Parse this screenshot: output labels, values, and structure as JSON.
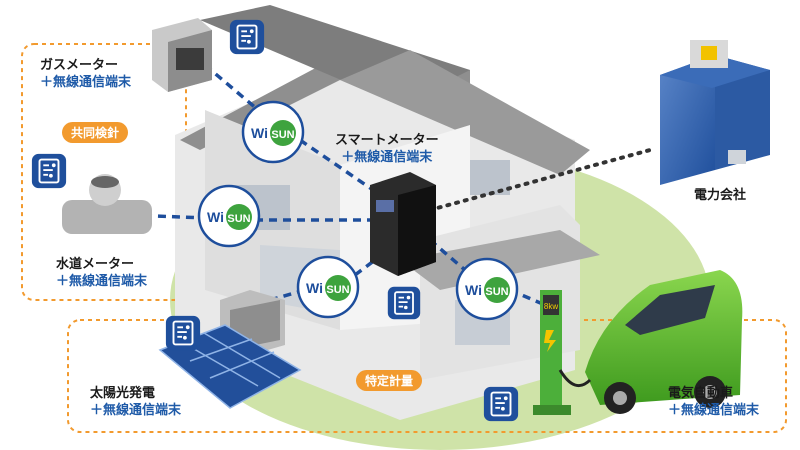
{
  "labels": {
    "gas_meter": {
      "name": "ガスメーター",
      "sub": "＋無線通信端末"
    },
    "water_meter": {
      "name": "水道メーター",
      "sub": "＋無線通信端末"
    },
    "smart_meter": {
      "name": "スマートメーター",
      "sub": "＋無線通信端末"
    },
    "solar": {
      "name": "太陽光発電",
      "sub": "＋無線通信端末"
    },
    "ev": {
      "name": "電気自動車",
      "sub": "＋無線通信端末"
    },
    "power_company": "電力会社"
  },
  "tags": {
    "joint_reading": "共同検針",
    "specific_metering": "特定計量"
  },
  "wisun_badge": {
    "left": "Wi",
    "right": "SUN"
  },
  "charger_display": "8kw",
  "colors": {
    "accent_orange": "#f29a2e",
    "link_blue": "#1e5aa8",
    "wisun_green": "#3ea33e",
    "lawn": "#cfe3a8",
    "ev_green": "#5cc030"
  }
}
